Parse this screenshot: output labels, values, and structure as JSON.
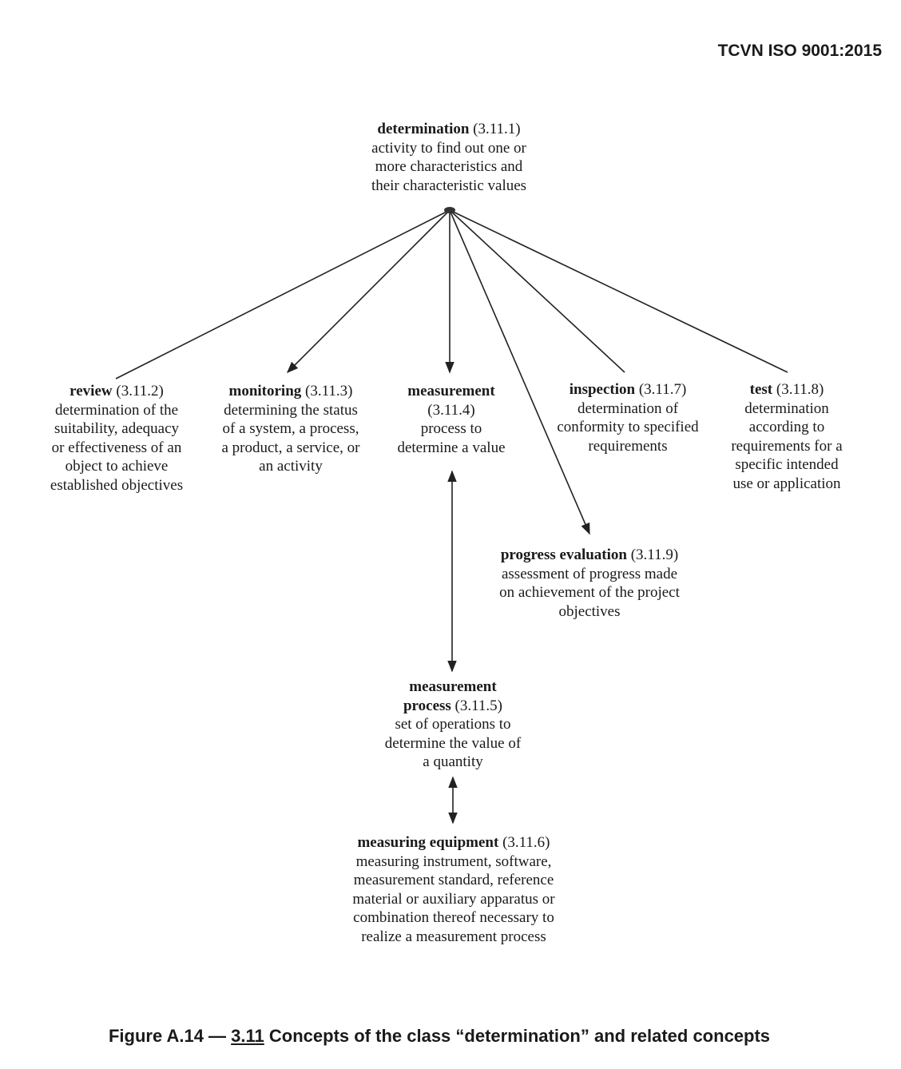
{
  "header": {
    "standard": "TCVN ISO 9001:2015"
  },
  "nodes": {
    "determination": {
      "term": "determination",
      "ref": "(3.11.1)",
      "definition": [
        "activity to find out one or",
        "more characteristics and",
        "their characteristic values"
      ]
    },
    "review": {
      "term": "review",
      "ref": "(3.11.2)",
      "definition": [
        "determination of the",
        "suitability, adequacy",
        "or effectiveness of an",
        "object to achieve",
        "established objectives"
      ]
    },
    "monitoring": {
      "term": "monitoring",
      "ref": "(3.11.3)",
      "definition": [
        "determining the status",
        "of a system, a process,",
        "a product, a service, or",
        "an activity"
      ]
    },
    "measurement": {
      "term": "measurement",
      "ref": "(3.11.4)",
      "definition": [
        "process to",
        "determine a value"
      ]
    },
    "inspection": {
      "term": "inspection",
      "ref": "(3.11.7)",
      "definition": [
        "determination of",
        "conformity to specified",
        "requirements"
      ]
    },
    "test": {
      "term": "test",
      "ref": "(3.11.8)",
      "definition": [
        "determination",
        "according to",
        "requirements for a",
        "specific intended",
        "use or application"
      ]
    },
    "progress_evaluation": {
      "term": "progress evaluation",
      "ref": "(3.11.9)",
      "definition": [
        "assessment of progress made",
        "on achievement of the project",
        "objectives"
      ]
    },
    "measurement_process": {
      "term_line1": "measurement",
      "term_line2": "process",
      "ref": "(3.11.5)",
      "definition": [
        "set of operations to",
        "determine the value of",
        "a quantity"
      ]
    },
    "measuring_equipment": {
      "term": "measuring equipment",
      "ref": "(3.11.6)",
      "definition": [
        "measuring instrument, software,",
        "measurement standard, reference",
        "material or auxiliary apparatus or",
        "combination thereof necessary to",
        "realize a measurement process"
      ]
    }
  },
  "caption": {
    "prefix": "Figure A.14 — ",
    "clause": "3.11",
    "text": " Concepts of the class “determination” and related concepts"
  }
}
